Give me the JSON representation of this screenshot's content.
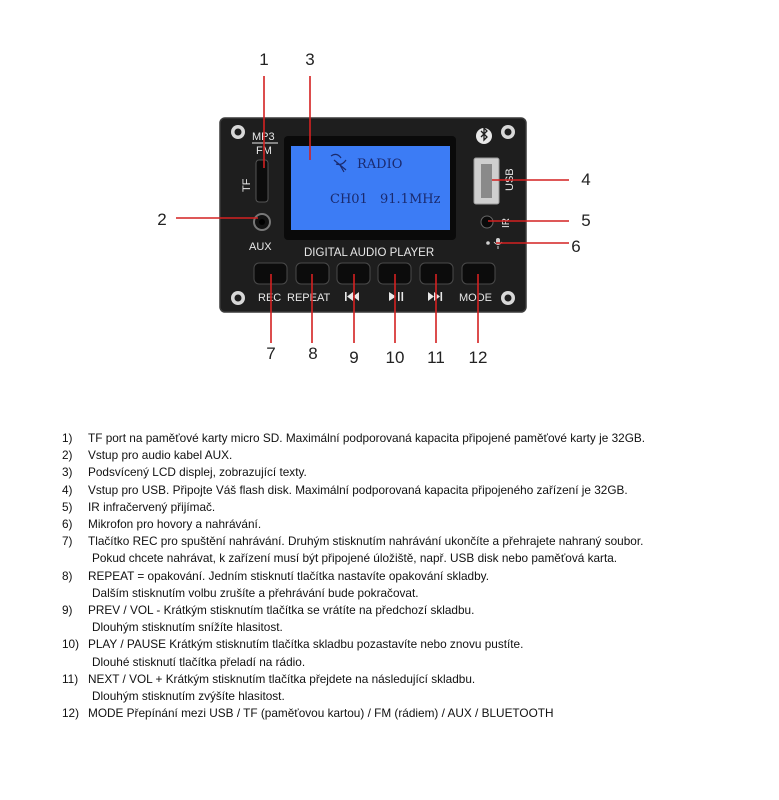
{
  "module": {
    "labels": {
      "mp3": "MP3",
      "fm": "FM",
      "tf": "TF",
      "aux": "AUX",
      "usb": "USB",
      "ir": "IR",
      "title": "DIGITAL AUDIO PLAYER",
      "rec": "REC",
      "repeat": "REPEAT",
      "mode": "MODE"
    },
    "lcd": {
      "line1": "RADIO",
      "line2_channel": "CH01",
      "line2_freq": "91.1MHz"
    },
    "colors": {
      "board": "#1e1e1e",
      "lcd_background": "#3c7cf5",
      "lcd_text": "#1a2a6e",
      "callout_line": "#d42020"
    },
    "icons": [
      "bluetooth-icon",
      "antenna-icon",
      "microphone-icon",
      "prev-icon",
      "play-pause-icon",
      "next-icon"
    ]
  },
  "callouts": [
    "1",
    "2",
    "3",
    "4",
    "5",
    "6",
    "7",
    "8",
    "9",
    "10",
    "11",
    "12"
  ],
  "legend": [
    {
      "num": "1)",
      "lines": [
        "TF port na paměťové karty micro SD. Maximální podporovaná kapacita připojené paměťové karty je 32GB."
      ]
    },
    {
      "num": "2)",
      "lines": [
        "Vstup pro audio kabel AUX."
      ]
    },
    {
      "num": "3)",
      "lines": [
        "Podsvícený LCD displej, zobrazující texty."
      ]
    },
    {
      "num": "4)",
      "lines": [
        "Vstup pro USB. Připojte Váš flash disk. Maximální podporovaná kapacita připojeného zařízení je 32GB."
      ]
    },
    {
      "num": "5)",
      "lines": [
        "IR infračervený přijímač."
      ]
    },
    {
      "num": "6)",
      "lines": [
        "Mikrofon pro hovory a nahrávání."
      ]
    },
    {
      "num": "7)",
      "lines": [
        "Tlačítko REC pro spuštění nahrávání. Druhým stisknutím nahrávání ukončíte a přehrajete nahraný soubor.",
        "Pokud chcete nahrávat, k zařízení musí být připojené úložiště, např. USB disk nebo paměťová karta."
      ]
    },
    {
      "num": "8)",
      "lines": [
        "REPEAT = opakování. Jedním stisknutí tlačítka nastavíte opakování skladby.",
        "Dalším stisknutím volbu zrušíte a přehrávání bude pokračovat."
      ]
    },
    {
      "num": "9)",
      "lines": [
        "PREV / VOL -  Krátkým stisknutím tlačítka se vrátíte na předchozí skladbu.",
        "Dlouhým stisknutím snížíte hlasitost."
      ]
    },
    {
      "num": "10)",
      "lines": [
        "PLAY / PAUSE  Krátkým stisknutím tlačítka skladbu pozastavíte nebo znovu pustíte.",
        "Dlouhé stisknutí tlačítka přeladí na rádio."
      ]
    },
    {
      "num": "11)",
      "lines": [
        "NEXT / VOL +  Krátkým stisknutím tlačítka přejdete na následující skladbu.",
        "Dlouhým stisknutím zvýšíte hlasitost."
      ]
    },
    {
      "num": "12)",
      "lines": [
        "MODE  Přepínání mezi USB / TF (paměťovou kartou) / FM (rádiem) / AUX / BLUETOOTH"
      ]
    }
  ]
}
